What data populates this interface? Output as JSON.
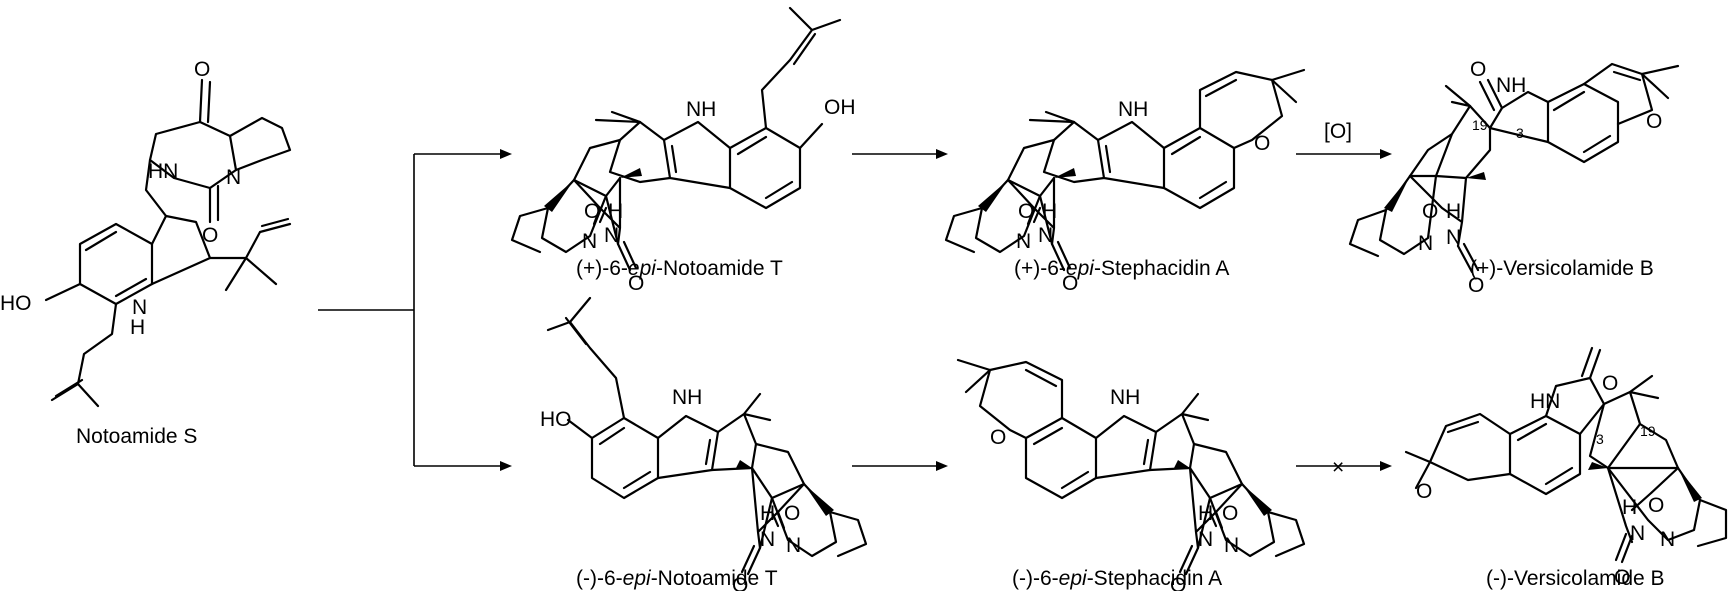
{
  "compounds": {
    "notoamide_s": "Notoamide S",
    "plus_notoamide_t": {
      "pre": "(+)-6-",
      "ital": "epi",
      "post": "-Notoamide T"
    },
    "plus_stephacidin_a": {
      "pre": "(+)-6-",
      "ital": "epi",
      "post": "-Stephacidin A"
    },
    "plus_versicolamide_b": "(+)-Versicolamide B",
    "minus_notoamide_t": {
      "pre": "(-)-6-",
      "ital": "epi",
      "post": "-Notoamide T"
    },
    "minus_stephacidin_a": {
      "pre": "(-)-6-",
      "ital": "epi",
      "post": "-Stephacidin A"
    },
    "minus_versicolamide_b": "(-)-Versicolamide B"
  },
  "reagents": {
    "oxidation": "[O]",
    "blocked": "×"
  },
  "atoms": {
    "O": "O",
    "N": "N",
    "H": "H",
    "NH": "NH",
    "HN": "HN",
    "OH": "OH",
    "HO": "HO"
  },
  "locants": {
    "c19": "19",
    "c3": "3"
  },
  "colors": {
    "ink": "#000000",
    "background": "#ffffff"
  }
}
